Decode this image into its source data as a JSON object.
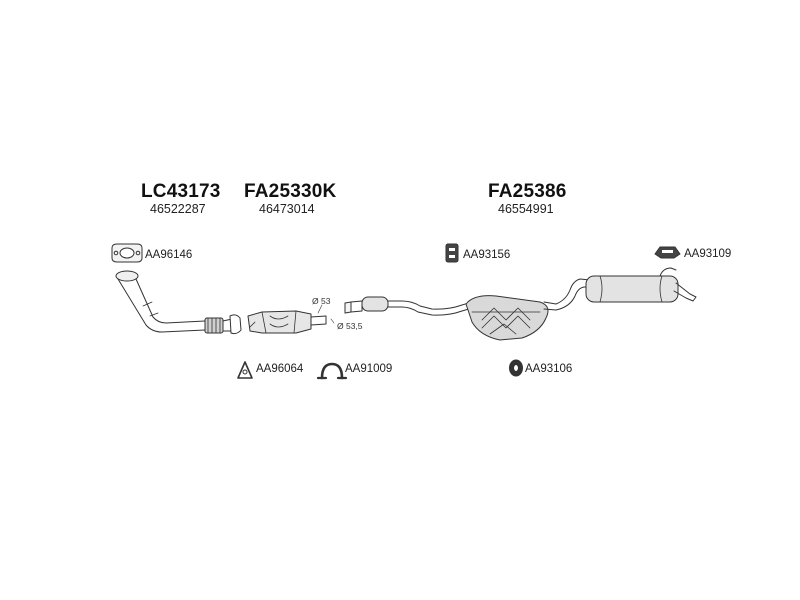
{
  "assemblies": [
    {
      "code": "LC43173",
      "number": "46522287"
    },
    {
      "code": "FA25330K",
      "number": "46473014"
    },
    {
      "code": "FA25386",
      "number": "46554991"
    }
  ],
  "fittings": [
    {
      "label": "AA96146",
      "icon": "gasket-flange-icon"
    },
    {
      "label": "AA93156",
      "icon": "rubber-mount-icon"
    },
    {
      "label": "AA93109",
      "icon": "hanger-strap-icon"
    },
    {
      "label": "AA96064",
      "icon": "triangle-gasket-icon"
    },
    {
      "label": "AA91009",
      "icon": "clamp-icon"
    },
    {
      "label": "AA93106",
      "icon": "rubber-ring-icon"
    }
  ],
  "dimensions": [
    {
      "label": "Ø 53"
    },
    {
      "label": "Ø 53,5"
    }
  ],
  "colors": {
    "line": "#333333",
    "fill": "#e6e6e6",
    "shade": "#b8b8b8"
  }
}
